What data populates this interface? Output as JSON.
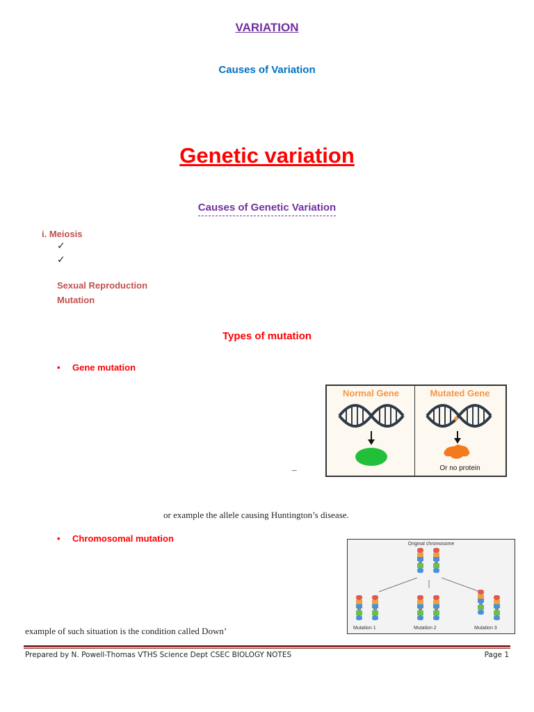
{
  "title": "VARIATION",
  "subtitle": "Causes of Variation",
  "heading": "Genetic variation",
  "section_heading": "Causes of Genetic Variation",
  "causes": {
    "meiosis": "i.  Meiosis",
    "checks": [
      "✓",
      "✓"
    ],
    "sexual_reproduction": "Sexual Reproduction",
    "mutation": "Mutation"
  },
  "types_heading": "Types of mutation",
  "bullets": {
    "dot": "•",
    "gene_mutation": "Gene mutation",
    "chromosomal_mutation": "Chromosomal mutation"
  },
  "body_text": {
    "dash": "–",
    "huntington": "or example the allele causing Huntington’s disease.",
    "down": "example of such situation is the condition called Down’"
  },
  "gene_figure": {
    "normal_label": "Normal Gene",
    "mutated_label": "Mutated Gene",
    "no_protein": "Or no protein",
    "colors": {
      "label": "#f79646",
      "dna": "#2e3a48",
      "protein_normal": "#22c03a",
      "protein_mutated": "#f47a20"
    }
  },
  "chrom_figure": {
    "top_label": "Original chromosome",
    "labels": [
      "Mutation 1",
      "Mutation 2",
      "Mutation 3"
    ]
  },
  "footer": {
    "left": "Prepared by N. Powell-Thomas VTHS Science Dept  CSEC BIOLOGY NOTES",
    "right": "Page 1"
  }
}
